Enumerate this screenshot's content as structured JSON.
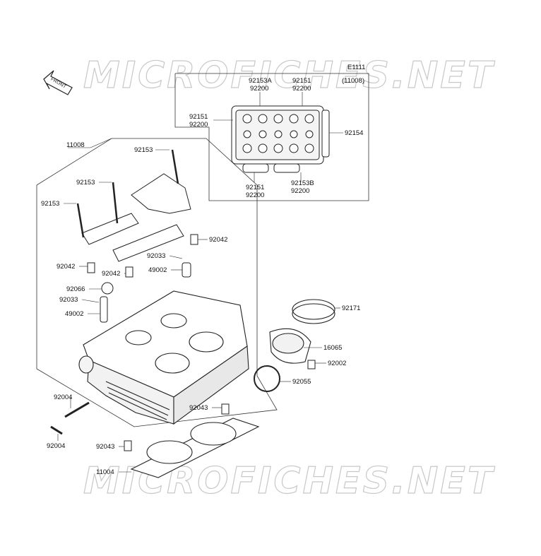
{
  "diagram": {
    "code": "E1111",
    "front_label": "FRONT",
    "watermark": "MICROFICHES.NET",
    "inset": {
      "ref": "(11008)",
      "labels": [
        {
          "id": "i1",
          "lines": [
            "92153A",
            "92200"
          ]
        },
        {
          "id": "i2",
          "lines": [
            "92151",
            "92200"
          ]
        },
        {
          "id": "i3",
          "lines": [
            "92151",
            "92200"
          ]
        },
        {
          "id": "i4",
          "lines": [
            "92154"
          ]
        },
        {
          "id": "i5",
          "lines": [
            "92151",
            "92200"
          ]
        },
        {
          "id": "i6",
          "lines": [
            "92153B",
            "92200"
          ]
        }
      ]
    },
    "parts": [
      {
        "id": "p11008",
        "num": "11008"
      },
      {
        "id": "p92153a",
        "num": "92153"
      },
      {
        "id": "p92153b",
        "num": "92153"
      },
      {
        "id": "p92153c",
        "num": "92153"
      },
      {
        "id": "p92042a",
        "num": "92042"
      },
      {
        "id": "p92042b",
        "num": "92042"
      },
      {
        "id": "p92042c",
        "num": "92042"
      },
      {
        "id": "p92033a",
        "num": "92033"
      },
      {
        "id": "p49002a",
        "num": "49002"
      },
      {
        "id": "p92066",
        "num": "92066"
      },
      {
        "id": "p92033b",
        "num": "92033"
      },
      {
        "id": "p49002b",
        "num": "49002"
      },
      {
        "id": "p92171",
        "num": "92171"
      },
      {
        "id": "p16065",
        "num": "16065"
      },
      {
        "id": "p92002",
        "num": "92002"
      },
      {
        "id": "p92055",
        "num": "92055"
      },
      {
        "id": "p92004a",
        "num": "92004"
      },
      {
        "id": "p92004b",
        "num": "92004"
      },
      {
        "id": "p92043a",
        "num": "92043"
      },
      {
        "id": "p92043b",
        "num": "92043"
      },
      {
        "id": "p11004",
        "num": "11004"
      }
    ]
  }
}
